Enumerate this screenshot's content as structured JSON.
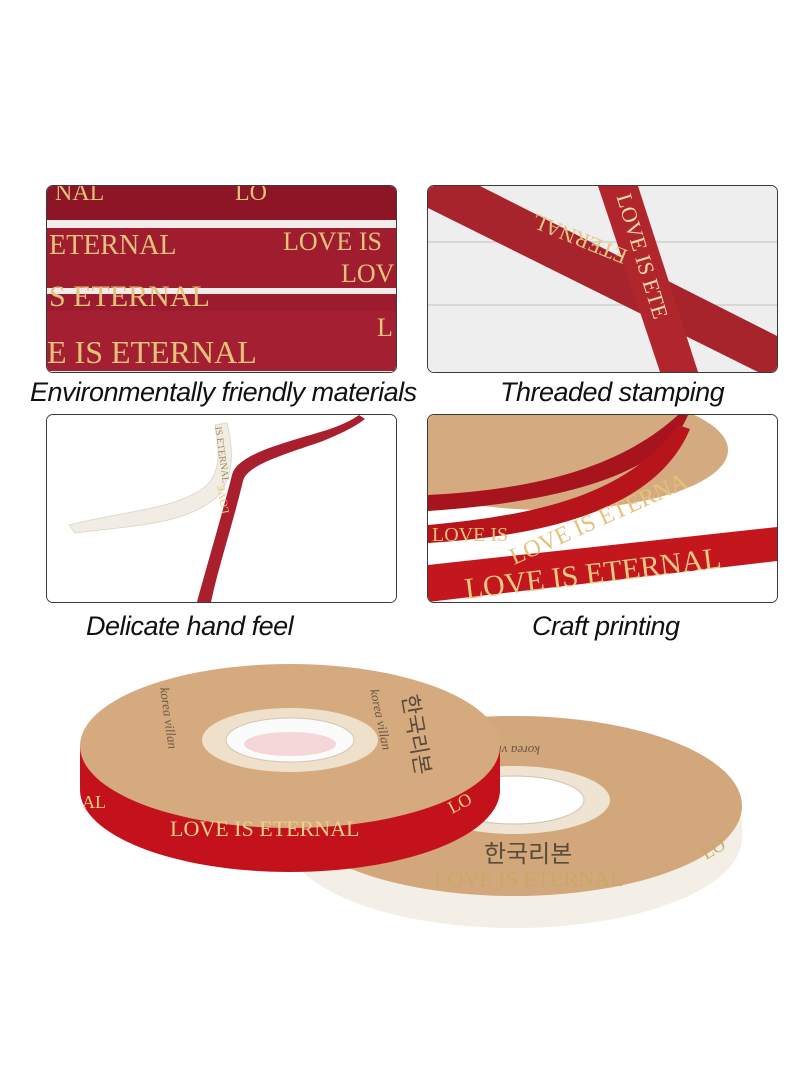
{
  "captions": {
    "top_left": "Environmentally friendly materials",
    "top_right": "Threaded stamping",
    "mid_left": "Delicate hand feel",
    "mid_right": "Craft printing"
  },
  "ribbon_text": {
    "love_is_eternal": "LOVE IS ETERNAL",
    "love_is": "LOVE IS",
    "eternal": "ETERNAL",
    "s_eternal": "S ETERNAL",
    "e_is_eternal": "E IS ETERNAL",
    "love_is_ete": "LOVE IS ETE",
    "love_is_eterna": "LOVE IS ETERNA",
    "lov": "LOV",
    "nal": "NAL",
    "lo": "LO",
    "l": "L",
    "love": "LOVE",
    "is_eternal": "IS ETERNAL",
    "anal": "AL"
  },
  "spool_text": {
    "brand_script": "korea villan",
    "korean_label": "한국리본"
  },
  "colors": {
    "burgundy": "#9b1c2e",
    "red": "#c3121c",
    "gold": "#e3c27a",
    "kraft": "#d2a77c",
    "white_ribbon": "#f4efe6"
  }
}
